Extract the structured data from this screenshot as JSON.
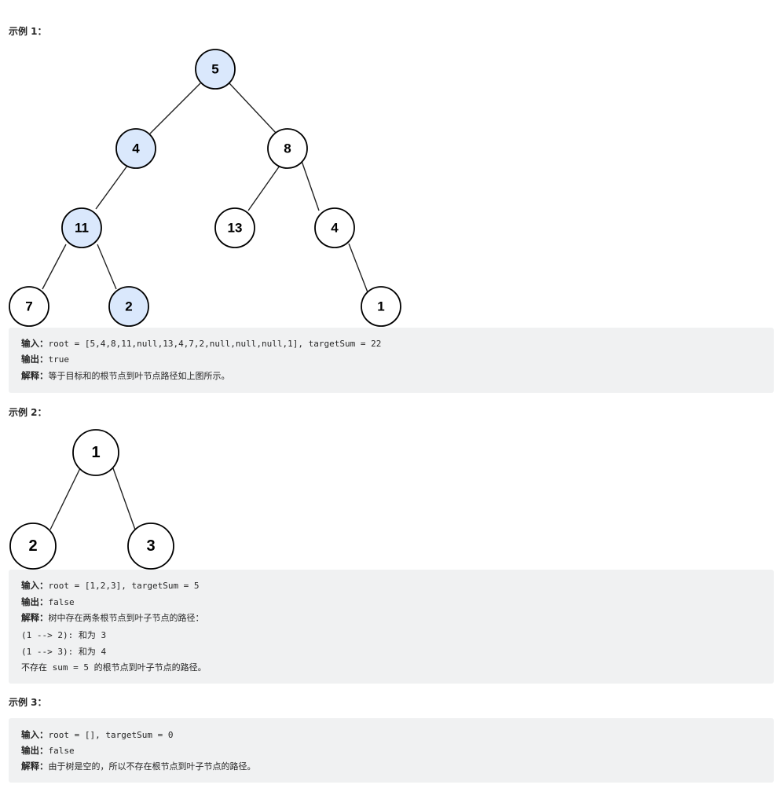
{
  "colors": {
    "highlight_node": "#dae8fc",
    "plain_node": "#ffffff",
    "code_bg": "#f0f1f2"
  },
  "example1": {
    "heading": "示例 1：",
    "tree": {
      "nodes": [
        {
          "id": "n5",
          "label": "5",
          "highlight": true
        },
        {
          "id": "n4a",
          "label": "4",
          "highlight": true
        },
        {
          "id": "n8",
          "label": "8",
          "highlight": false
        },
        {
          "id": "n11",
          "label": "11",
          "highlight": true
        },
        {
          "id": "n13",
          "label": "13",
          "highlight": false
        },
        {
          "id": "n4b",
          "label": "4",
          "highlight": false
        },
        {
          "id": "n7",
          "label": "7",
          "highlight": false
        },
        {
          "id": "n2",
          "label": "2",
          "highlight": true
        },
        {
          "id": "n1",
          "label": "1",
          "highlight": false
        }
      ]
    },
    "input_label": "输入：",
    "input_value": "root = [5,4,8,11,null,13,4,7,2,null,null,null,1], targetSum = 22",
    "output_label": "输出：",
    "output_value": "true",
    "explain_label": "解释：",
    "explain_value": "等于目标和的根节点到叶节点路径如上图所示。"
  },
  "example2": {
    "heading": "示例 2：",
    "tree": {
      "nodes": [
        {
          "id": "m1",
          "label": "1",
          "highlight": false
        },
        {
          "id": "m2",
          "label": "2",
          "highlight": false
        },
        {
          "id": "m3",
          "label": "3",
          "highlight": false
        }
      ]
    },
    "input_label": "输入：",
    "input_value": "root = [1,2,3], targetSum = 5",
    "output_label": "输出：",
    "output_value": "false",
    "explain_label": "解释：",
    "explain_value": "树中存在两条根节点到叶子节点的路径：",
    "path1": "(1 --> 2): 和为 3",
    "path2": "(1 --> 3): 和为 4",
    "conclusion": "不存在 sum = 5 的根节点到叶子节点的路径。"
  },
  "example3": {
    "heading": "示例 3：",
    "input_label": "输入：",
    "input_value": "root = [], targetSum = 0",
    "output_label": "输出：",
    "output_value": "false",
    "explain_label": "解释：",
    "explain_value": "由于树是空的，所以不存在根节点到叶子节点的路径。"
  }
}
